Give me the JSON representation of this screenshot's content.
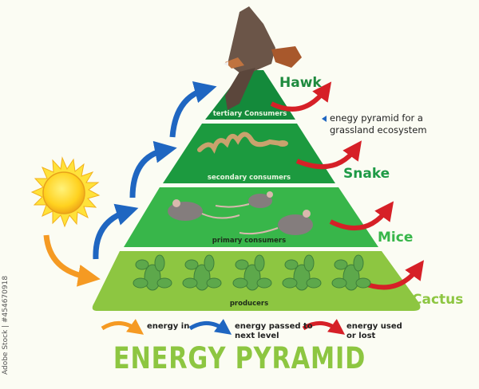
{
  "title": "ENERGY PYRAMID",
  "note": {
    "line1": "enegy pyramid for a",
    "line2": "grassland ecosystem",
    "marker_color": "#1f66c1"
  },
  "tiers": [
    {
      "level": 4,
      "label": "tertiary Consumers",
      "organism": "Hawk",
      "color": "#148a3b"
    },
    {
      "level": 3,
      "label": "secondary consumers",
      "organism": "Snake",
      "color": "#1c9a3f"
    },
    {
      "level": 2,
      "label": "primary consumers",
      "organism": "Mice",
      "color": "#38b64a"
    },
    {
      "level": 1,
      "label": "producers",
      "organism": "Cactus",
      "color": "#8dc641"
    }
  ],
  "legend": [
    {
      "label": "energy in",
      "color": "#f59a23"
    },
    {
      "label_line1": "energy passed to",
      "label_line2": "next level",
      "color": "#1f66c1"
    },
    {
      "label_line1": "energy used",
      "label_line2": "or lost",
      "color": "#d62027"
    }
  ],
  "colors": {
    "background": "#fbfcf3",
    "energy_in": "#f59a23",
    "energy_passed": "#1f66c1",
    "energy_lost": "#d62027",
    "sun": "#ffd21f",
    "title": "#8dc641"
  },
  "watermark": "Adobe Stock | #454670918"
}
